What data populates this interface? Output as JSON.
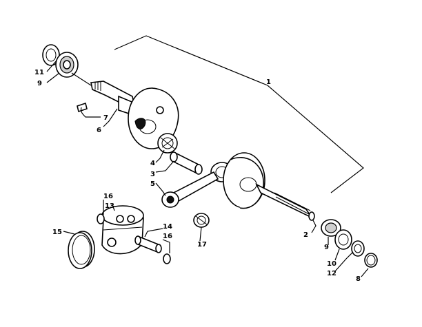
{
  "labels": {
    "l1": "1",
    "l2": "2",
    "l3": "3",
    "l4": "4",
    "l5": "5",
    "l6": "6",
    "l7": "7",
    "l8": "8",
    "l9a": "9",
    "l9b": "9",
    "l10": "10",
    "l11": "11",
    "l12": "12",
    "l13": "13",
    "l14": "14",
    "l15": "15",
    "l16a": "16",
    "l16b": "16",
    "l17": "17"
  }
}
